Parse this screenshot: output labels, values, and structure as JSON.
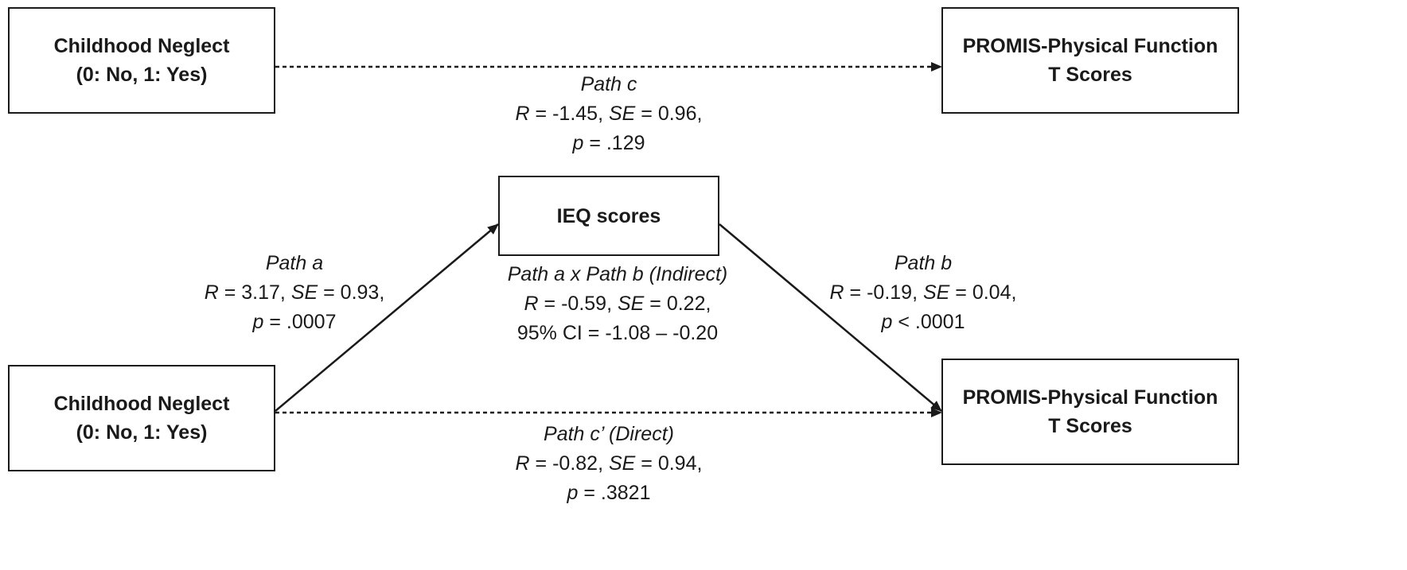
{
  "boxes": {
    "x_top": {
      "line1": "Childhood Neglect",
      "line2": "(0: No, 1: Yes)"
    },
    "y_top": {
      "line1": "PROMIS-Physical Function",
      "line2": "T Scores"
    },
    "mediator": {
      "line1": "IEQ scores"
    },
    "x_bottom": {
      "line1": "Childhood Neglect",
      "line2": "(0: No, 1: Yes)"
    },
    "y_bottom": {
      "line1": "PROMIS-Physical Function",
      "line2": "T Scores"
    }
  },
  "paths": {
    "c": {
      "name": "Path c",
      "r_sym": "R",
      "r_val": " = -1.45, ",
      "se_sym": "SE",
      "se_val": " = 0.96,",
      "p_sym": "p",
      "p_val": " = .129"
    },
    "a": {
      "name": "Path a",
      "r_sym": "R",
      "r_val": " = 3.17, ",
      "se_sym": "SE",
      "se_val": " = 0.93,",
      "p_sym": "p",
      "p_val": " = .0007"
    },
    "indirect": {
      "name": "Path a x Path b (Indirect)",
      "r_sym": "R",
      "r_val": " = -0.59, ",
      "se_sym": "SE",
      "se_val": " = 0.22,",
      "ci": "95% CI = -1.08 – -0.20"
    },
    "b": {
      "name": "Path b",
      "r_sym": "R",
      "r_val": " = -0.19, ",
      "se_sym": "SE",
      "se_val": " = 0.04,",
      "p_sym": "p",
      "p_val": " < .0001"
    },
    "c_prime": {
      "name": "Path c’ (Direct)",
      "r_sym": "R",
      "r_val": " = -0.82, ",
      "se_sym": "SE",
      "se_val": " = 0.94,",
      "p_sym": "p",
      "p_val": " = .3821"
    }
  }
}
